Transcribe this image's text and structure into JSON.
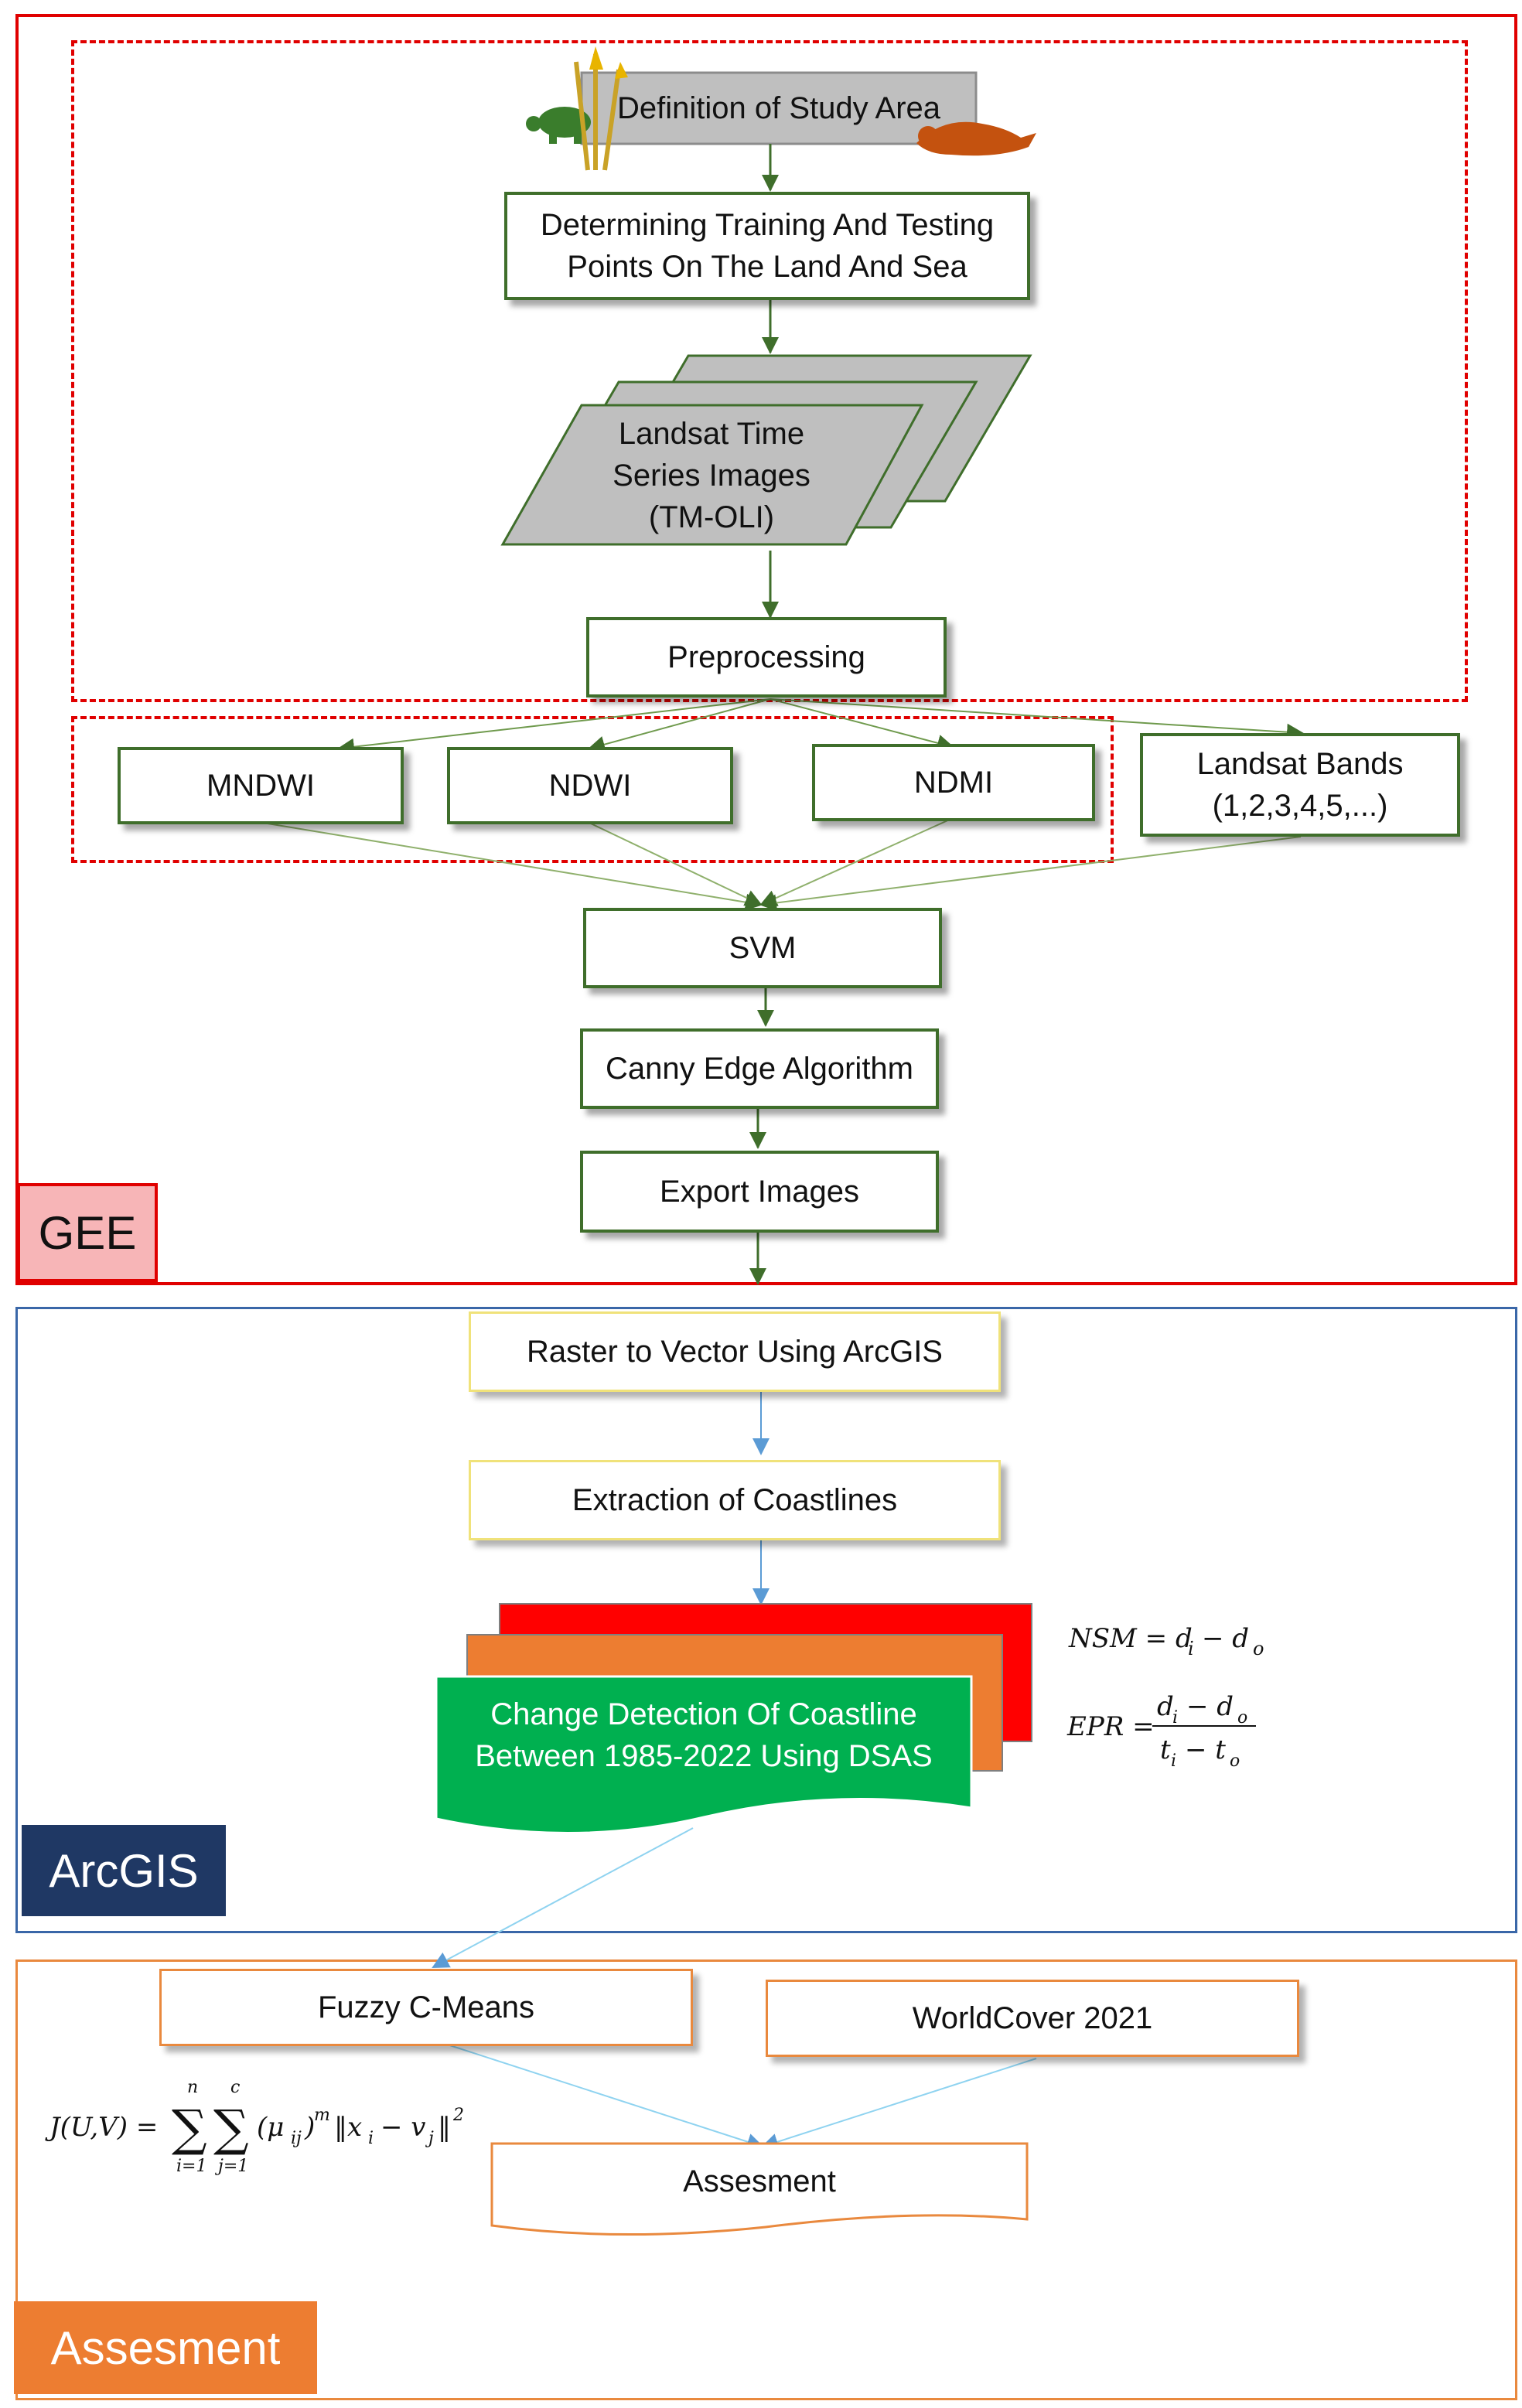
{
  "sections": {
    "gee": {
      "label": "GEE",
      "color": "#e00000",
      "fill": "#f7b5b7"
    },
    "arcgis": {
      "label": "ArcGIS",
      "color": "#3a67a8",
      "fill": "#1f3864"
    },
    "assesement": {
      "label": "Assesment",
      "color": "#e9893e",
      "fill": "#ed7d31"
    }
  },
  "gee_flow": {
    "study_area": "Definition of Study Area",
    "training_points": [
      "Determining Training And Testing",
      "Points On The Land And Sea"
    ],
    "landsat_images": [
      "Landsat Time",
      "Series Images",
      "(TM-OLI)"
    ],
    "preprocessing": "Preprocessing",
    "indices": [
      "MNDWI",
      "NDWI",
      "NDMI"
    ],
    "landsat_bands": [
      "Landsat Bands",
      "(1,2,3,4,5,...)"
    ],
    "svm": "SVM",
    "canny": "Canny Edge Algorithm",
    "export": "Export Images"
  },
  "arcgis_flow": {
    "raster_to_vector": "Raster to Vector Using ArcGIS",
    "extraction": "Extraction of Coastlines",
    "change_detection": [
      "Change Detection Of Coastline",
      "Between 1985-2022 Using DSAS"
    ],
    "formula_nsm": "NSM = d_i − d_o",
    "formula_epr": "EPR = (d_i − d_o)/(t_i − t_o)"
  },
  "assessment_flow": {
    "fuzzy": "Fuzzy C-Means",
    "worldcover": "WorldCover 2021",
    "assessment": "Assesment",
    "formula_fcm": "J(U,V) = Σ_{i=1}^{n} Σ_{j=1}^{c} (μ_ij)^m ‖x_i − v_j‖^2"
  },
  "colors": {
    "green_border": "#3f6e2b",
    "doc_red": "#ff0000",
    "doc_orange": "#ed7d31",
    "doc_green": "#00b050",
    "arrow_blue": "#5b9bd5"
  }
}
